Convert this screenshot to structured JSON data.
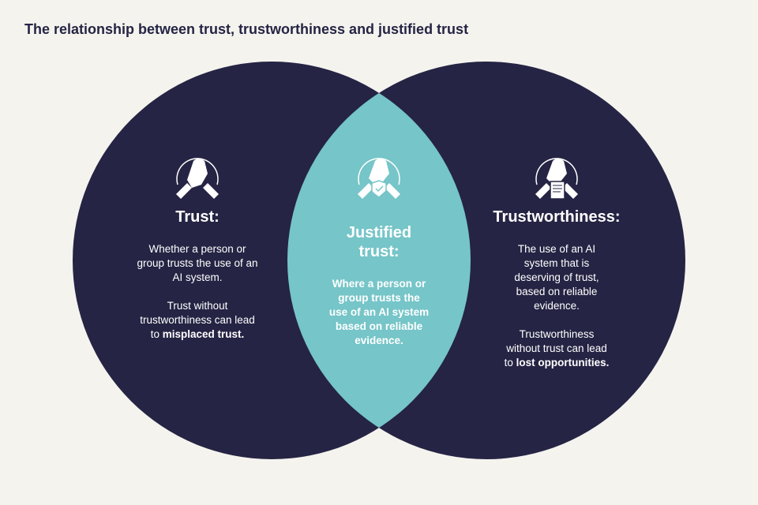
{
  "title": "The relationship between trust, trustworthiness and justified trust",
  "colors": {
    "background": "#f4f3ee",
    "navy": "#252444",
    "teal": "#76c5c8",
    "text": "#ffffff"
  },
  "trust": {
    "icon": "handshake-icon",
    "heading": "Trust:",
    "para1": [
      "Whether a person or",
      "group trusts the use of an",
      "AI system."
    ],
    "para2_lines": [
      "Trust without",
      "trustworthiness can lead"
    ],
    "para2_prefix": "to ",
    "para2_bold": "misplaced trust."
  },
  "justified": {
    "icon": "handshake-shield-check-icon",
    "heading_lines": [
      "Justified",
      "trust:"
    ],
    "body_lines": [
      "Where a person or",
      "group trusts the",
      "use of an AI system",
      "based on reliable",
      "evidence."
    ]
  },
  "trustworthiness": {
    "icon": "handshake-document-icon",
    "heading": "Trustworthiness:",
    "para1": [
      "The use of an AI",
      "system that is",
      "deserving of trust,",
      "based on reliable",
      "evidence."
    ],
    "para2_lines": [
      "Trustworthiness",
      "without trust can lead"
    ],
    "para2_prefix": "to ",
    "para2_bold": "lost opportunities."
  }
}
